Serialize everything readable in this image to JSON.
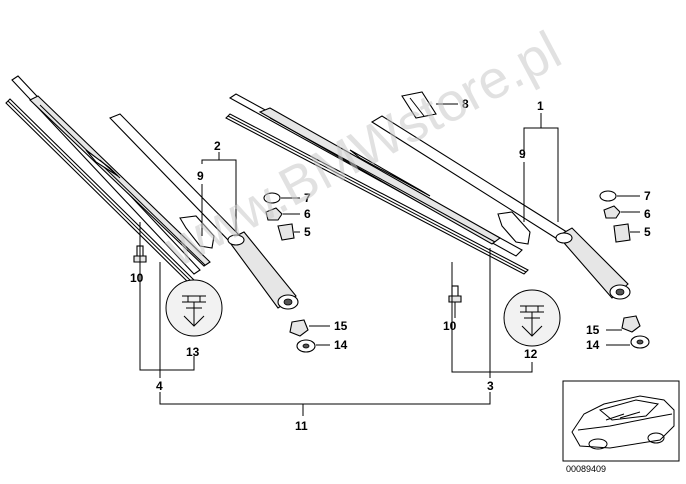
{
  "watermark": "www.BMWstore.pl",
  "diagram_code": "00089409",
  "callouts": [
    {
      "id": "c1",
      "text": "1"
    },
    {
      "id": "c2",
      "text": "2"
    },
    {
      "id": "c3",
      "text": "3"
    },
    {
      "id": "c4",
      "text": "4"
    },
    {
      "id": "c5a",
      "text": "5"
    },
    {
      "id": "c5b",
      "text": "5"
    },
    {
      "id": "c6a",
      "text": "6"
    },
    {
      "id": "c6b",
      "text": "6"
    },
    {
      "id": "c7a",
      "text": "7"
    },
    {
      "id": "c7b",
      "text": "7"
    },
    {
      "id": "c8",
      "text": "8"
    },
    {
      "id": "c9a",
      "text": "9"
    },
    {
      "id": "c9b",
      "text": "9"
    },
    {
      "id": "c10a",
      "text": "10"
    },
    {
      "id": "c10b",
      "text": "10"
    },
    {
      "id": "c11",
      "text": "11"
    },
    {
      "id": "c12",
      "text": "12"
    },
    {
      "id": "c13",
      "text": "13"
    },
    {
      "id": "c14a",
      "text": "14"
    },
    {
      "id": "c14b",
      "text": "14"
    },
    {
      "id": "c15a",
      "text": "15"
    },
    {
      "id": "c15b",
      "text": "15"
    }
  ]
}
